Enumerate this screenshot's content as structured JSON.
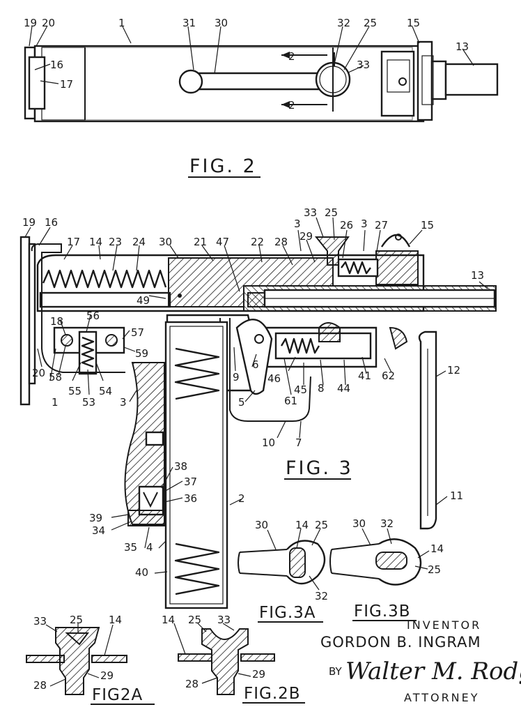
{
  "figures": {
    "fig2": "FIG. 2",
    "fig3": "FIG. 3",
    "fig3a": "FIG.3A",
    "fig3b": "FIG.3B",
    "fig2a": "FIG2A",
    "fig2b": "FIG.2B"
  },
  "fig2_labels": [
    "19",
    "20",
    "1",
    "31",
    "30",
    "32",
    "25",
    "15",
    "13",
    "16",
    "17",
    "2",
    "33",
    "2"
  ],
  "fig3_labels": [
    "19",
    "16",
    "17",
    "14",
    "23",
    "24",
    "30",
    "21",
    "47",
    "22",
    "28",
    "3",
    "29",
    "33",
    "25",
    "26",
    "3",
    "27",
    "15",
    "13",
    "49",
    "18",
    "56",
    "57",
    "59",
    "58",
    "55",
    "53",
    "54",
    "1",
    "20",
    "3",
    "9",
    "6",
    "5",
    "61",
    "46",
    "45",
    "8",
    "44",
    "41",
    "62",
    "12",
    "10",
    "7",
    "2",
    "38",
    "37",
    "36",
    "39",
    "34",
    "35",
    "4",
    "40",
    "11"
  ],
  "fig3a_labels": [
    "30",
    "14",
    "25",
    "32"
  ],
  "fig3b_labels": [
    "30",
    "32",
    "14",
    "25"
  ],
  "fig2a_labels": [
    "33",
    "25",
    "14",
    "28",
    "29"
  ],
  "fig2b_labels": [
    "14",
    "25",
    "33",
    "28",
    "29"
  ],
  "caption": {
    "inventor_title": "INVENTOR",
    "inventor_name": "GORDON B. INGRAM",
    "by": "BY",
    "signature": "Walter M. Rodgers",
    "attorney": "ATTORNEY"
  }
}
